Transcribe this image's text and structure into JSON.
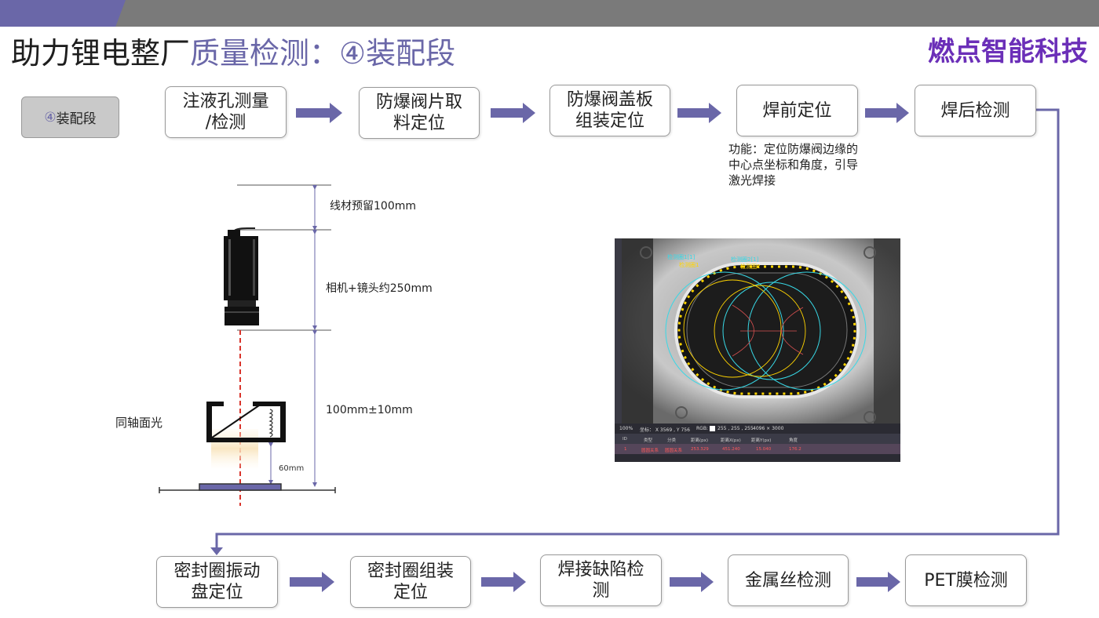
{
  "header": {
    "title_main": "助力锂电整厂",
    "title_accent": "质量检测：④装配段",
    "brand": "燃点智能科技"
  },
  "stage_tag": {
    "num": "④",
    "label": "装配段"
  },
  "flow_top": [
    {
      "line1": "注液孔测量",
      "line2": "/检测"
    },
    {
      "line1": "防爆阀片取",
      "line2": "料定位"
    },
    {
      "line1": "防爆阀盖板",
      "line2": "组装定位"
    },
    {
      "line1": "焊前定位",
      "line2": ""
    },
    {
      "line1": "焊后检测",
      "line2": ""
    }
  ],
  "flow_bottom": [
    {
      "line1": "密封圈振动",
      "line2": "盘定位"
    },
    {
      "line1": "密封圈组装",
      "line2": "定位"
    },
    {
      "line1": "焊接缺陷检",
      "line2": "测"
    },
    {
      "line1": "金属丝检测",
      "line2": ""
    },
    {
      "line1": "PET膜检测",
      "line2": ""
    }
  ],
  "function_note": {
    "line1": "功能：定位防爆阀边缘的",
    "line2": "中心点坐标和角度，引导",
    "line3": "激光焊接"
  },
  "setup_diagram": {
    "wire_reserve": "线材预留100mm",
    "camera_lens": "相机+镜头约250mm",
    "working_distance": "100mm±10mm",
    "coaxial_light": "同轴面光",
    "light_gap": "60mm"
  },
  "software_screen": {
    "roi_label_1a": "检测圈1[1]",
    "roi_label_1b": "检测圈1",
    "roi_label_2a": "检测圈2[1]",
    "roi_label_2b": "检测圈2",
    "status": {
      "zoom": "100%",
      "coord": "坐标： X 3569 , Y 756",
      "rgb_label": "RGB:",
      "rgb_value": "255 , 255 , 255",
      "resolution": "4096 × 3000"
    },
    "table_headers": [
      "ID",
      "类型",
      "分类",
      "距离(px)",
      "距离X(px)",
      "距离Y(px)",
      "角度"
    ],
    "table_row": [
      "1",
      "圆圆关系",
      "圆圆关系",
      "253.329",
      "451.240",
      "15.040",
      "176.2"
    ]
  },
  "colors": {
    "accent": "#6a67a8",
    "brand": "#6b2fb8",
    "topbar": "#7a7a7a",
    "arrow": "#6a67a8",
    "laser": "#d9342b"
  }
}
